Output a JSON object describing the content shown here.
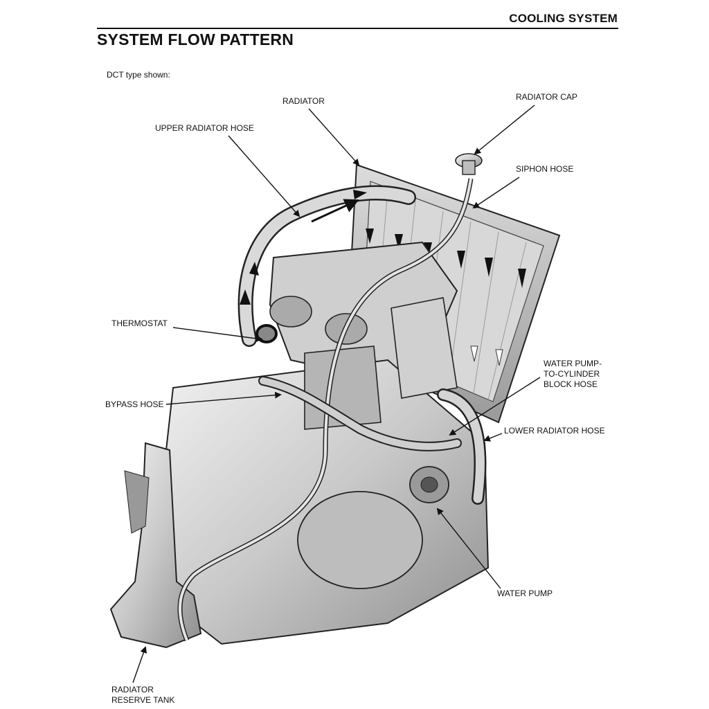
{
  "header": {
    "section_title": "COOLING SYSTEM",
    "page_title": "SYSTEM FLOW PATTERN",
    "note": "DCT type shown:"
  },
  "labels": {
    "radiator": "RADIATOR",
    "radiator_cap": "RADIATOR CAP",
    "upper_radiator_hose": "UPPER RADIATOR HOSE",
    "siphon_hose": "SIPHON HOSE",
    "thermostat": "THERMOSTAT",
    "water_pump_hose_1": "WATER PUMP-",
    "water_pump_hose_2": "TO-CYLINDER",
    "water_pump_hose_3": "BLOCK HOSE",
    "bypass_hose": "BYPASS HOSE",
    "lower_radiator_hose": "LOWER RADIATOR HOSE",
    "water_pump": "WATER PUMP",
    "reserve_tank_1": "RADIATOR",
    "reserve_tank_2": "RESERVE TANK"
  },
  "colors": {
    "ink": "#111111",
    "metal_light": "#e6e6e6",
    "metal_mid": "#bdbdbd",
    "metal_dark": "#7a7a7a"
  }
}
